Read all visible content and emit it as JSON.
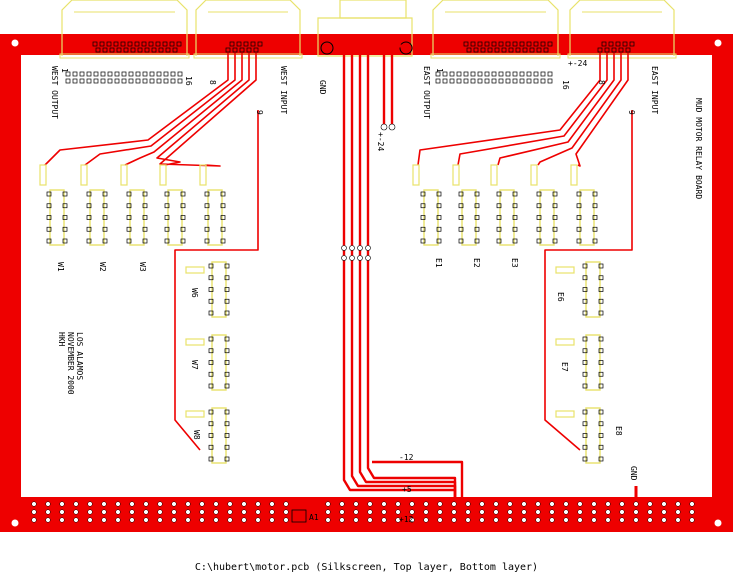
{
  "colors": {
    "copper": "#ee0000",
    "silkscreen": "#e8e26a",
    "pad": "#ffffff",
    "board_bg": "#ffffff",
    "text": "#000000"
  },
  "connector_labels": {
    "west_output": "WEST OUTPUT",
    "west_input": "WEST INPUT",
    "east_output": "EAST OUTPUT",
    "east_input": "EAST INPUT",
    "gnd_top": "GND",
    "plus24_mid": "+-24",
    "plus24_right": "+-24"
  },
  "pin_numbers": {
    "west_out_1": "1",
    "west_out_16": "16",
    "west_in_8": "8",
    "west_in_9": "9",
    "east_out_1": "1",
    "east_out_16": "16",
    "east_in_8": "8",
    "east_in_9": "9"
  },
  "relays": {
    "west_row": [
      "W1",
      "W2",
      "W3"
    ],
    "west_col": [
      "W6",
      "W7",
      "W8"
    ],
    "east_row": [
      "E1",
      "E2",
      "E3"
    ],
    "east_col": [
      "E6",
      "E7",
      "E8"
    ]
  },
  "board_title": "MUD MOTOR RELAY BOARD",
  "credit_lines": [
    "LOS ALAMOS",
    "NOVEMBER 2000",
    "HKH"
  ],
  "power_labels": {
    "minus12": "-12",
    "plus5": "+5",
    "plus12": "+12",
    "gnd_bottom": "GND"
  },
  "edge_connector_label": "A1",
  "caption": "C:\\hubert\\motor.pcb  (Silkscreen, Top layer, Bottom layer)"
}
